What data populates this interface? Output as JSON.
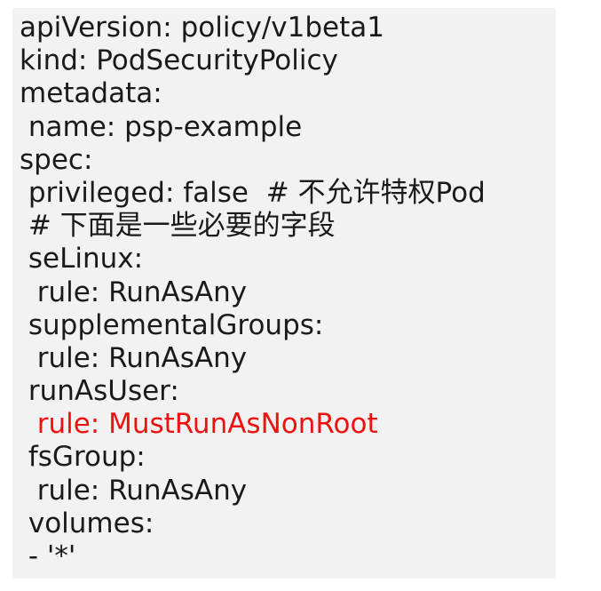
{
  "document": {
    "highlight_color": "#ee1111",
    "lines": [
      {
        "text": "apiVersion: policy/v1beta1",
        "highlight": false
      },
      {
        "text": "kind: PodSecurityPolicy",
        "highlight": false
      },
      {
        "text": "metadata:",
        "highlight": false
      },
      {
        "text": " name: psp-example",
        "highlight": false
      },
      {
        "text": "spec:",
        "highlight": false
      },
      {
        "text": " privileged: false  # 不允许特权Pod",
        "highlight": false
      },
      {
        "text": " # 下面是一些必要的字段",
        "highlight": false
      },
      {
        "text": " seLinux:",
        "highlight": false
      },
      {
        "text": "  rule: RunAsAny",
        "highlight": false
      },
      {
        "text": " supplementalGroups:",
        "highlight": false
      },
      {
        "text": "  rule: RunAsAny",
        "highlight": false
      },
      {
        "text": " runAsUser:",
        "highlight": false
      },
      {
        "text": "  rule: MustRunAsNonRoot",
        "highlight": true
      },
      {
        "text": " fsGroup:",
        "highlight": false
      },
      {
        "text": "  rule: RunAsAny",
        "highlight": false
      },
      {
        "text": " volumes:",
        "highlight": false
      },
      {
        "text": " - '*'",
        "highlight": false
      }
    ]
  }
}
